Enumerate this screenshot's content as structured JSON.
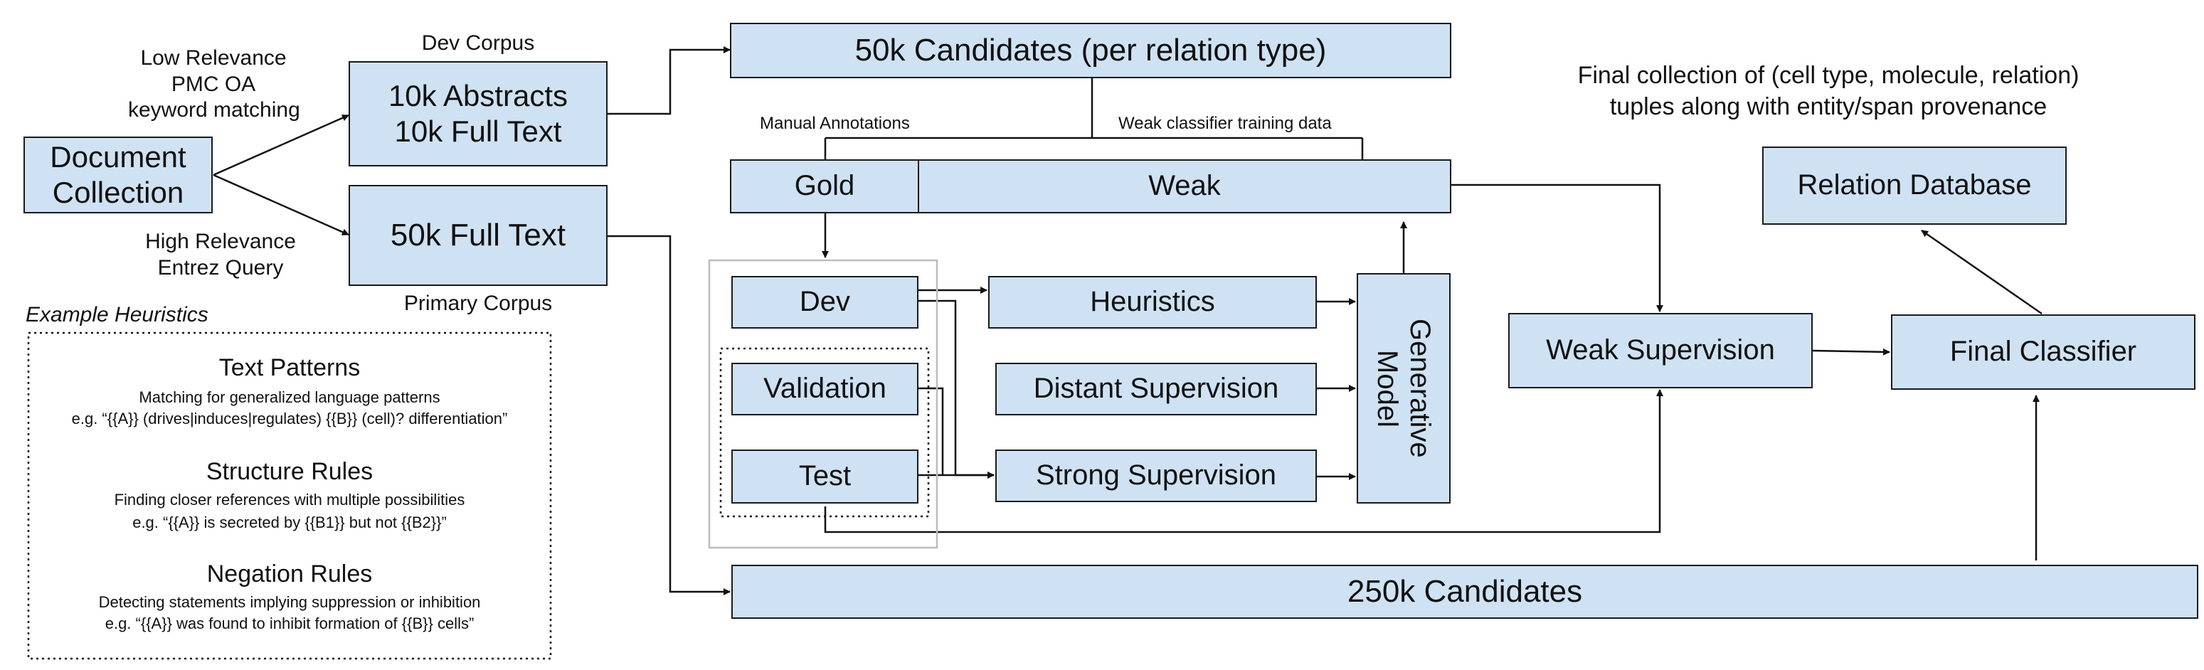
{
  "nodes": {
    "document_collection": "Document\nCollection",
    "dev_corpus_box": "10k Abstracts\n10k Full Text",
    "primary_corpus_box": "50k Full Text",
    "candidates_50k": "50k Candidates (per relation type)",
    "gold": "Gold",
    "weak": "Weak",
    "dev": "Dev",
    "validation": "Validation",
    "test": "Test",
    "heuristics": "Heuristics",
    "distant_supervision": "Distant Supervision",
    "strong_supervision": "Strong Supervision",
    "generative_model": "Generative\nModel",
    "weak_supervision": "Weak Supervision",
    "final_classifier": "Final Classifier",
    "relation_database": "Relation Database",
    "candidates_250k": "250k Candidates"
  },
  "labels": {
    "low_relevance": "Low Relevance\nPMC OA\nkeyword matching",
    "high_relevance": "High Relevance\nEntrez Query",
    "dev_corpus": "Dev Corpus",
    "primary_corpus": "Primary Corpus",
    "manual_annotations": "Manual Annotations",
    "weak_training": "Weak classifier training data",
    "final_collection": "Final collection of (cell type, molecule, relation)\ntuples along with entity/span provenance",
    "example_heuristics": "Example Heuristics"
  },
  "heuristics": [
    {
      "title": "Text Patterns",
      "desc": "Matching for generalized language patterns",
      "example": "e.g. “{{A}} (drives|induces|regulates) {{B}} (cell)? differentiation”"
    },
    {
      "title": "Structure Rules",
      "desc": "Finding closer references with multiple possibilities",
      "example": "e.g. “{{A}} is secreted by {{B1}} but not {{B2}}”"
    },
    {
      "title": "Negation Rules",
      "desc": "Detecting statements implying suppression or inhibition",
      "example": "e.g. “{{A}} was found to inhibit formation of {{B}} cells”"
    }
  ],
  "colors": {
    "box_fill": "#cfe2f3",
    "box_border": "#1a1a1a",
    "split_frame": "#bdbdbd"
  }
}
